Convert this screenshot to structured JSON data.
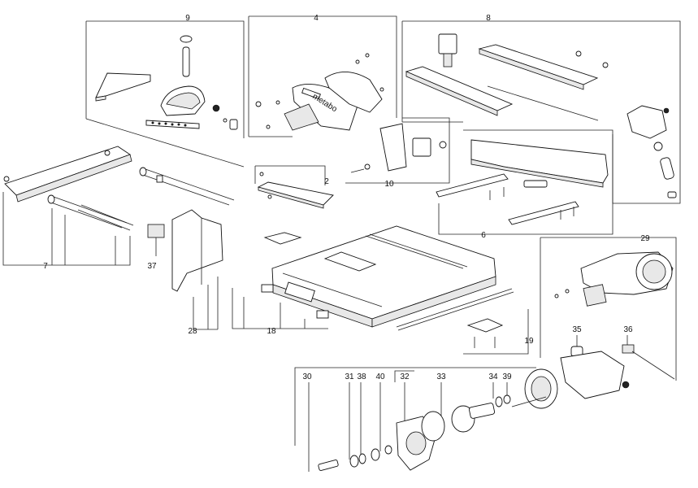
{
  "diagram": {
    "type": "exploded-parts-view",
    "callouts": [
      "9",
      "4",
      "8",
      "2",
      "10",
      "6",
      "7",
      "37",
      "28",
      "18",
      "19",
      "29",
      "35",
      "36",
      "30",
      "31",
      "38",
      "40",
      "32",
      "33",
      "34",
      "39"
    ],
    "logo_text": "metabo",
    "colors": {
      "line": "#222222",
      "fill": "#ffffff",
      "shade": "#e8e8e8",
      "dark": "#222222"
    }
  }
}
